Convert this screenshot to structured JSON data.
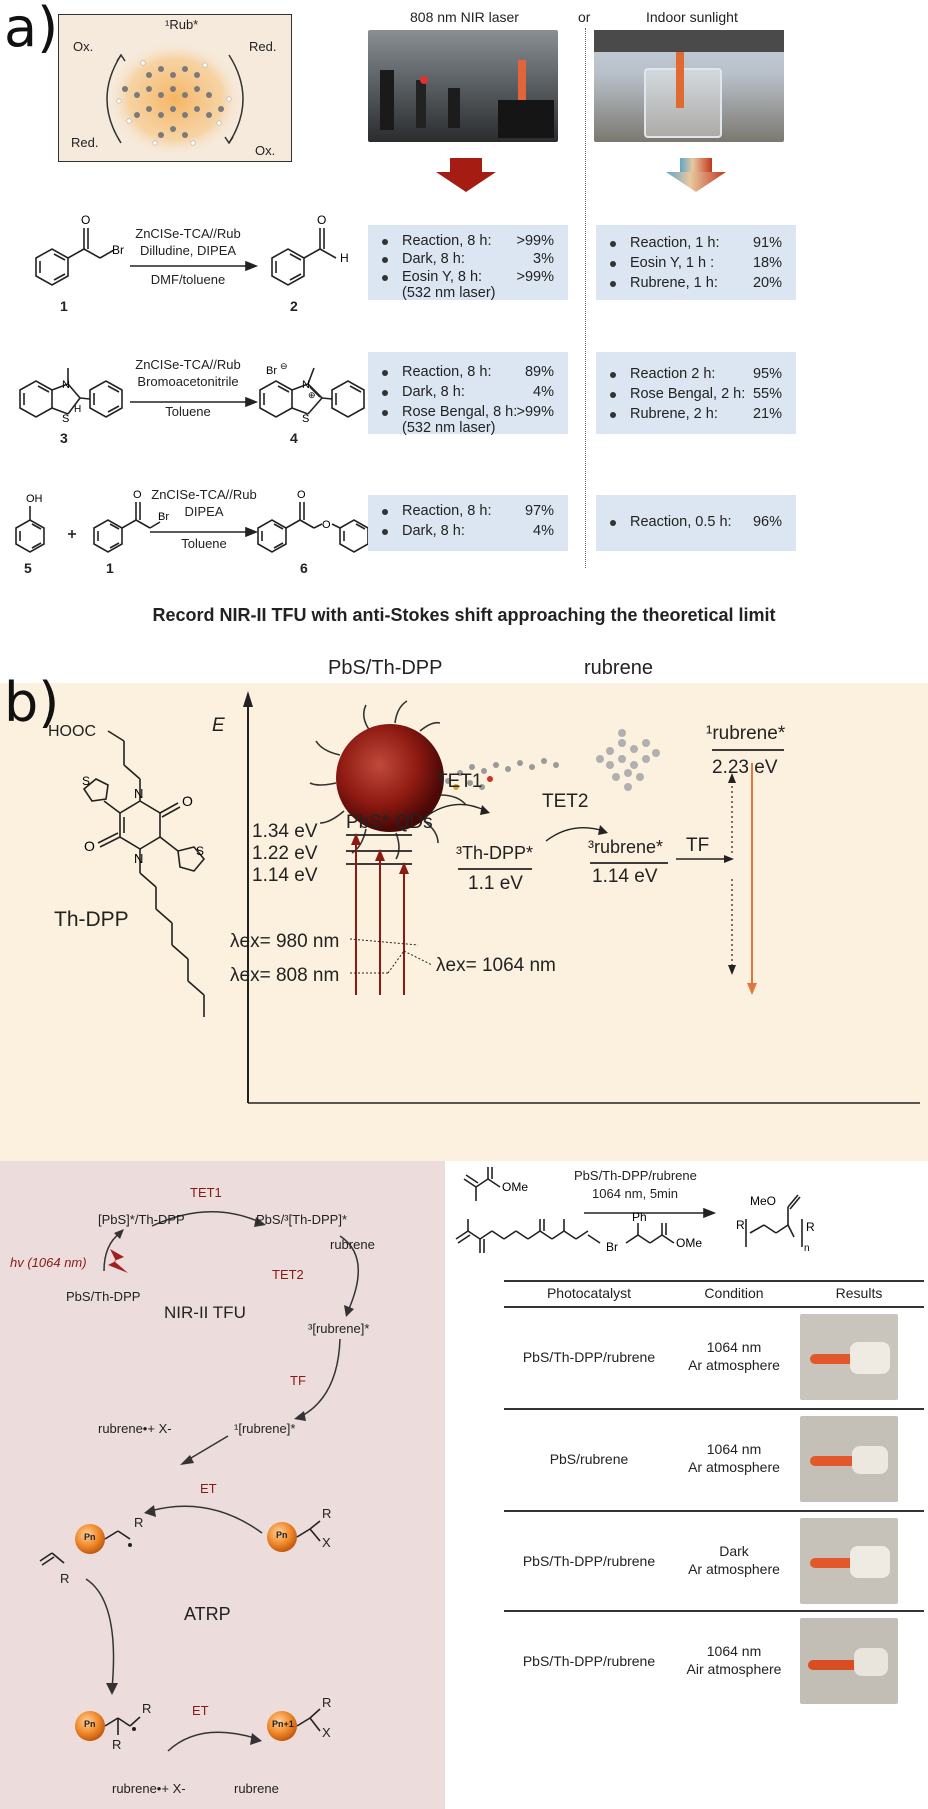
{
  "panel_a": {
    "label": "a)",
    "rub_box": {
      "title": "¹Rub*",
      "ox_left": "Ox.",
      "red_left": "Red.",
      "red_right": "Red.",
      "ox_right": "Ox."
    },
    "header_laser": "808 nm NIR laser",
    "header_or": "or",
    "header_sun": "Indoor sunlight",
    "reactions": [
      {
        "conditions": [
          "ZnCISe-TCA//Rub",
          "Dilludine, DIPEA",
          "DMF/toluene"
        ],
        "reactant_nums": [
          "1"
        ],
        "product_num": "2",
        "laser": [
          {
            "label": "Reaction, 8 h:",
            "value": ">99%"
          },
          {
            "label": "Dark, 8 h:",
            "value": "3%"
          },
          {
            "label": "Eosin Y, 8 h:",
            "value": ">99%",
            "note": "(532 nm laser)"
          }
        ],
        "sun": [
          {
            "label": "Reaction, 1 h:",
            "value": "91%"
          },
          {
            "label": "Eosin Y, 1 h :",
            "value": "18%"
          },
          {
            "label": "Rubrene, 1 h:",
            "value": "20%"
          }
        ]
      },
      {
        "conditions": [
          "ZnCISe-TCA//Rub",
          "Bromoacetonitrile",
          "Toluene"
        ],
        "reactant_nums": [
          "3"
        ],
        "product_num": "4",
        "laser": [
          {
            "label": "Reaction, 8 h:",
            "value": "89%"
          },
          {
            "label": "Dark, 8 h:",
            "value": "4%"
          },
          {
            "label": "Rose Bengal, 8 h:",
            "value": ">99%",
            "note": "(532 nm laser)"
          }
        ],
        "sun": [
          {
            "label": "Reaction 2 h:",
            "value": "95%"
          },
          {
            "label": "Rose Bengal, 2 h:",
            "value": "55%"
          },
          {
            "label": "Rubrene, 2 h:",
            "value": "21%"
          }
        ]
      },
      {
        "conditions": [
          "ZnCISe-TCA//Rub",
          "DIPEA",
          "Toluene"
        ],
        "reactant_nums": [
          "5",
          "1"
        ],
        "product_num": "6",
        "laser": [
          {
            "label": "Reaction, 8 h:",
            "value": "97%"
          },
          {
            "label": "Dark, 8 h:",
            "value": "4%"
          }
        ],
        "sun": [
          {
            "label": "Reaction, 0.5 h:",
            "value": "96%"
          }
        ]
      }
    ]
  },
  "panel_b": {
    "label": "b)",
    "title": "Record NIR-II TFU with anti-Stokes shift approaching the theoretical limit",
    "molecule_name": "Th-DPP",
    "hooc": "HOOC",
    "energy_axis": "E",
    "pbs_label": "PbS/Th-DPP",
    "rubrene_label": "rubrene",
    "levels": [
      "1.34 eV",
      "1.22 eV",
      "1.14 eV"
    ],
    "pbs_qds": "PbS* QDs",
    "tet1": "TET1",
    "tet2": "TET2",
    "th_dpp_state": "³Th-DPP*",
    "th_dpp_energy": "1.1 eV",
    "rub_triplet": "³rubrene*",
    "rub_triplet_energy": "1.14 eV",
    "tf": "TF",
    "rub_singlet": "¹rubrene*",
    "rub_singlet_energy": "2.23 eV",
    "ex_980": "λex= 980 nm",
    "ex_808": "λex= 808 nm",
    "ex_1064": "λex= 1064 nm"
  },
  "cycle": {
    "tet1": "TET1",
    "tet2": "TET2",
    "tf": "TF",
    "et1": "ET",
    "et2": "ET",
    "pbs_thdpp_excited": "[PbS]*/Th-DPP",
    "pbs_3thdpp": "PbS/³[Th-DPP]*",
    "rubrene_in": "rubrene",
    "hv": "hv (1064 nm)",
    "pbs_thdpp": "PbS/Th-DPP",
    "triplet_rub": "³[rubrene]*",
    "singlet_rub": "¹[rubrene]*",
    "nir_tfu": "NIR-II TFU",
    "rub_cation": "rubrene•+ X-",
    "atrp": "ATRP",
    "rub_cation2": "rubrene•+ X-",
    "rubrene_out": "rubrene",
    "pn": "Pn",
    "pn1": "Pn+1",
    "r": "R",
    "x": "X"
  },
  "polymerization": {
    "conditions_top": "PbS/Th-DPP/rubrene",
    "conditions_mid": "1064 nm, 5min",
    "ome": "OMe",
    "ph": "Ph",
    "br": "Br",
    "meo": "MeO",
    "r": "R",
    "n": "n",
    "table_headers": [
      "Photocatalyst",
      "Condition",
      "Results"
    ],
    "table_rows": [
      {
        "catalyst": "PbS/Th-DPP/rubrene",
        "cond1": "1064 nm",
        "cond2": "Ar atmosphere"
      },
      {
        "catalyst": "PbS/rubrene",
        "cond1": "1064 nm",
        "cond2": "Ar atmosphere"
      },
      {
        "catalyst": "PbS/Th-DPP/rubrene",
        "cond1": "Dark",
        "cond2": "Ar atmosphere"
      },
      {
        "catalyst": "PbS/Th-DPP/rubrene",
        "cond1": "1064 nm",
        "cond2": "Air atmosphere"
      }
    ]
  }
}
